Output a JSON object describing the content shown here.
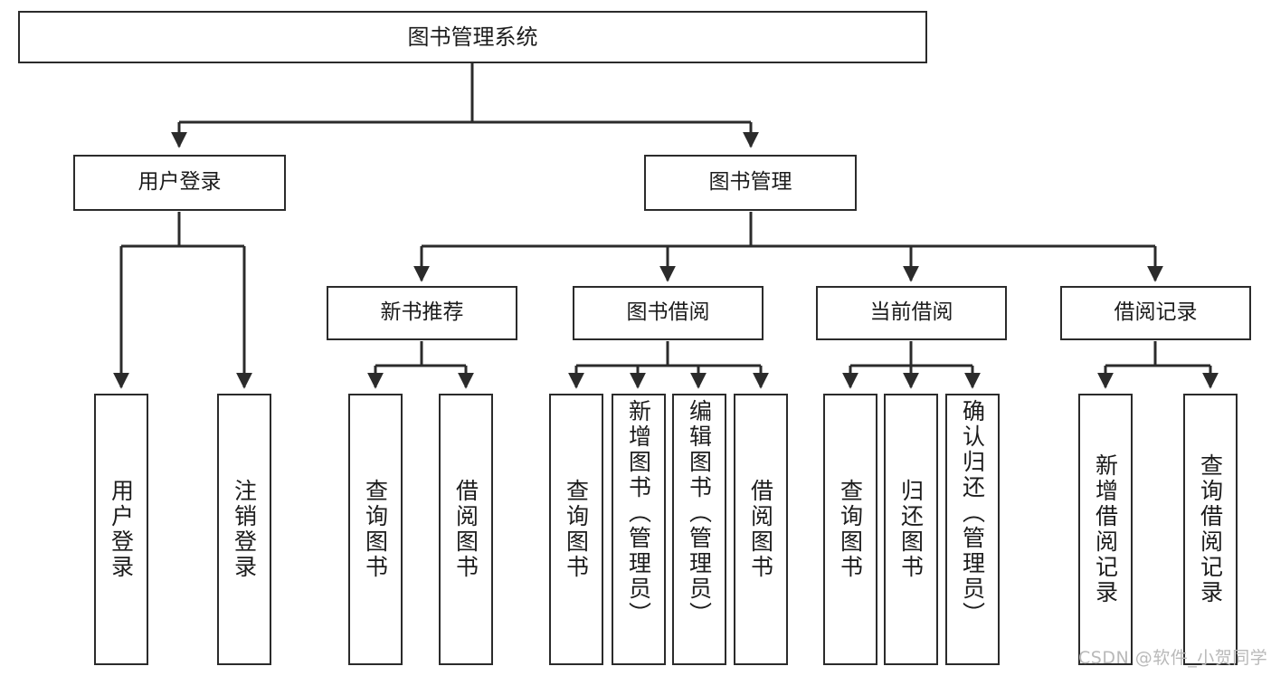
{
  "diagram": {
    "title": "图书管理系统",
    "root": {
      "id": "root",
      "label": "图书管理系统"
    },
    "level2": [
      {
        "id": "user-login",
        "label": "用户登录"
      },
      {
        "id": "book-manage",
        "label": "图书管理"
      }
    ],
    "level3": [
      {
        "id": "new-book-rec",
        "label": "新书推荐"
      },
      {
        "id": "book-borrow",
        "label": "图书借阅"
      },
      {
        "id": "current-borrow",
        "label": "当前借阅"
      },
      {
        "id": "borrow-record",
        "label": "借阅记录"
      }
    ],
    "leaves": [
      {
        "id": "leaf-user-login",
        "label": "用户登录",
        "align": "mid"
      },
      {
        "id": "leaf-user-logout",
        "label": "注销登录",
        "align": "mid"
      },
      {
        "id": "leaf-query-book-1",
        "label": "查询图书",
        "align": "mid"
      },
      {
        "id": "leaf-borrow-book-1",
        "label": "借阅图书",
        "align": "mid"
      },
      {
        "id": "leaf-query-book-2",
        "label": "查询图书",
        "align": "mid"
      },
      {
        "id": "leaf-add-book",
        "label": "新增图书（管理员）",
        "align": "top"
      },
      {
        "id": "leaf-edit-book",
        "label": "编辑图书（管理员）",
        "align": "top"
      },
      {
        "id": "leaf-borrow-book-2",
        "label": "借阅图书",
        "align": "mid"
      },
      {
        "id": "leaf-query-book-3",
        "label": "查询图书",
        "align": "mid"
      },
      {
        "id": "leaf-return-book",
        "label": "归还图书",
        "align": "mid"
      },
      {
        "id": "leaf-confirm-return",
        "label": "确认归还（管理员）",
        "align": "top"
      },
      {
        "id": "leaf-add-record",
        "label": "新增借阅记录",
        "align": "mid"
      },
      {
        "id": "leaf-query-record",
        "label": "查询借阅记录",
        "align": "mid"
      }
    ],
    "colors": {
      "border": "#2b2b2b",
      "background": "#ffffff",
      "text": "#1c1c1c",
      "watermark": "#b9b9b9"
    }
  },
  "watermark": {
    "text": "CSDN @软件_小贺同学"
  }
}
